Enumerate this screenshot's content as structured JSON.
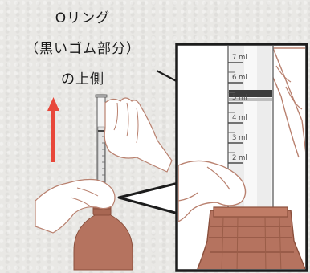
{
  "caption": {
    "line1": "Oリング",
    "line2": "（黒いゴム部分）",
    "line3": "の上側"
  },
  "scale_labels": [
    "7 ml",
    "6 ml",
    "5 ml",
    "4 ml",
    "3 ml",
    "2 ml"
  ],
  "colors": {
    "arrow": "#e8473a",
    "outline": "#1c1c1c",
    "bottle": "#b5735f",
    "bottle_dark": "#8a4f3c",
    "hand_fill": "#ffffff",
    "hand_line": "#b9816f"
  }
}
